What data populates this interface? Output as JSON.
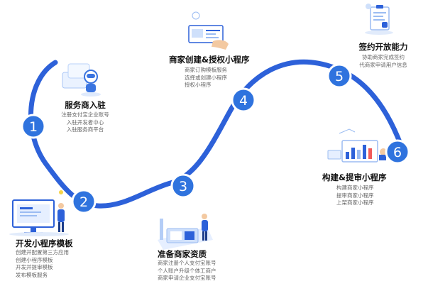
{
  "colors": {
    "curve": "#2d61d9",
    "circle_fill": "#2f73de",
    "circle_ring": "#ffffff",
    "accent_light": "#cfe2ff",
    "title_text": "#111111",
    "desc_text": "#666666"
  },
  "steps": [
    {
      "number": "1",
      "title": "服务商入驻",
      "lines": [
        "注册支付宝企业账号",
        "入驻开发者中心",
        "入驻服务商平台"
      ],
      "icon": "robot-support-icon"
    },
    {
      "number": "2",
      "title": "开发小程序模板",
      "lines": [
        "创建并配置第三方应用",
        "创建小程序模板",
        "开发并提审模板",
        "发布模板服务"
      ],
      "icon": "monitor-developer-icon"
    },
    {
      "number": "3",
      "title": "准备商家资质",
      "lines": [
        "商家注册个人支付宝账号",
        "个人账户升级个体工商户",
        "商家申请企业支付宝账号"
      ],
      "icon": "merchant-desk-icon"
    },
    {
      "number": "4",
      "title": "商家创建&授权小程序",
      "lines": [
        "商家订购模板服务",
        "选择或创建小程序",
        "授权小程序"
      ],
      "icon": "id-card-hand-icon"
    },
    {
      "number": "5",
      "title": "签约开放能力",
      "lines": [
        "协助商家完成签约",
        "代商家申请用户信息"
      ],
      "icon": "contract-clipboard-icon"
    },
    {
      "number": "6",
      "title": "构建&提审小程序",
      "lines": [
        "构建商家小程序",
        "提审商家小程序",
        "上架商家小程序"
      ],
      "icon": "analytics-dashboard-icon"
    }
  ]
}
